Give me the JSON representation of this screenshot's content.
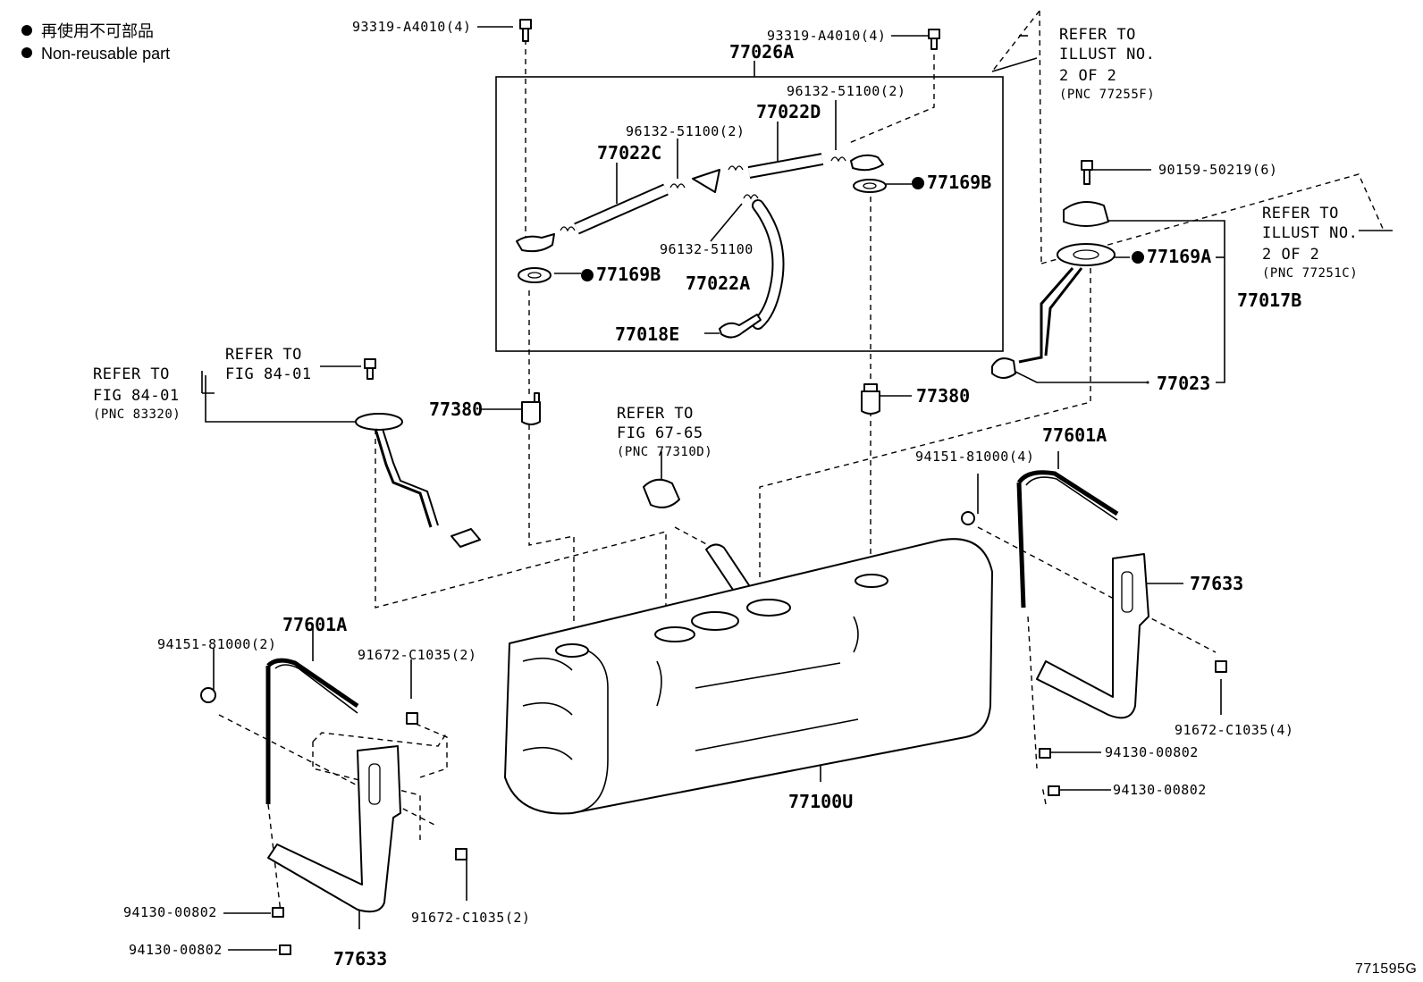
{
  "legend": {
    "jp": "再使用不可部品",
    "en": "Non-reusable part"
  },
  "figure_id": "771595G",
  "labels": {
    "bolt_top_left": "93319-A4010(4)",
    "bolt_top_right": "93319-A4010(4)",
    "assy_77026A": "77026A",
    "clamp_d": "96132-51100(2)",
    "hose_77022D": "77022D",
    "clamp_c": "96132-51100(2)",
    "hose_77022C": "77022C",
    "clamp_single": "96132-51100",
    "gasket_b_right": "77169B",
    "gasket_b_left": "77169B",
    "hose_77022A": "77022A",
    "part_77018E": "77018E",
    "refer_right_top_1": "REFER TO",
    "refer_right_top_2": "ILLUST NO.",
    "refer_right_top_3": "2 OF 2",
    "refer_right_top_4": "(PNC 77255F)",
    "bolt_90159": "90159-50219(6)",
    "refer_right_mid_1": "REFER TO",
    "refer_right_mid_2": "ILLUST NO.",
    "refer_right_mid_3": "2 OF 2",
    "refer_right_mid_4": "(PNC 77251C)",
    "gasket_a": "77169A",
    "part_77017B": "77017B",
    "part_77023": "77023",
    "refer_left_outer_1": "REFER TO",
    "refer_left_outer_2": "FIG 84-01",
    "refer_left_outer_3": "(PNC 83320)",
    "refer_left_inner_1": "REFER TO",
    "refer_left_inner_2": "FIG 84-01",
    "valve_left": "77380",
    "valve_right": "77380",
    "refer_center_1": "REFER TO",
    "refer_center_2": "FIG 67-65",
    "refer_center_3": "(PNC 77310D)",
    "band_right": "77601A",
    "nut_right_94151": "94151-81000(4)",
    "bracket_right": "77633",
    "bolt_right_91672": "91672-C1035(4)",
    "nut_right_94130_a": "94130-00802",
    "nut_right_94130_b": "94130-00802",
    "tank": "77100U",
    "band_left": "77601A",
    "nut_left_94151": "94151-81000(2)",
    "bolt_left_upper": "91672-C1035(2)",
    "bolt_left_lower": "91672-C1035(2)",
    "nut_left_94130_a": "94130-00802",
    "nut_left_94130_b": "94130-00802",
    "bracket_left": "77633"
  }
}
